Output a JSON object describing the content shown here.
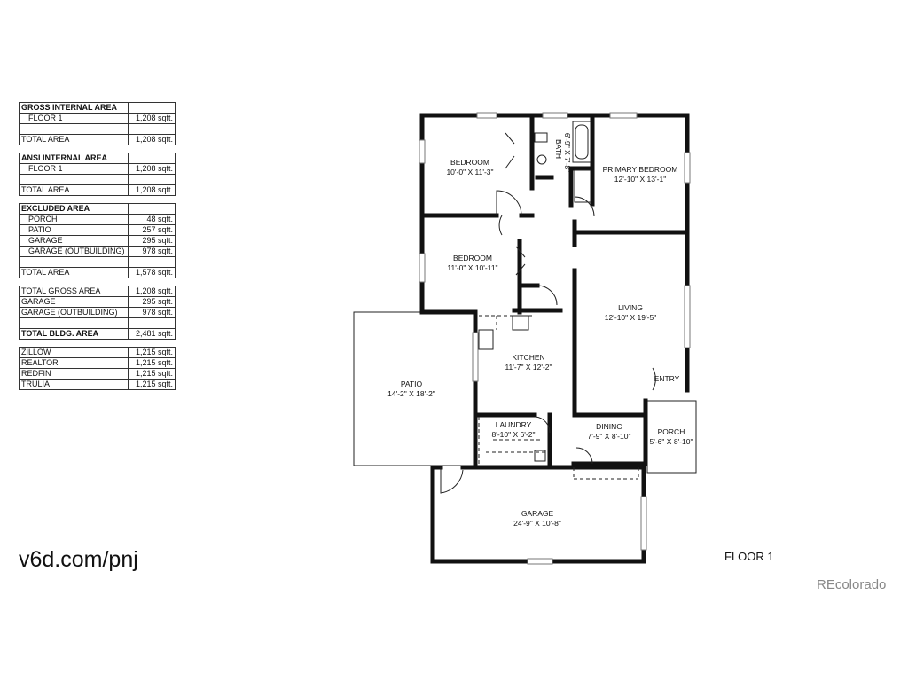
{
  "tables": [
    {
      "title": "GROSS INTERNAL AREA",
      "rows": [
        {
          "label": "FLOOR 1",
          "value": "1,208 sqft."
        },
        {
          "label": "",
          "value": ""
        },
        {
          "label": "TOTAL AREA",
          "value": "1,208 sqft."
        }
      ]
    },
    {
      "title": "ANSI INTERNAL AREA",
      "rows": [
        {
          "label": "FLOOR 1",
          "value": "1,208 sqft."
        },
        {
          "label": "",
          "value": ""
        },
        {
          "label": "TOTAL AREA",
          "value": "1,208 sqft."
        }
      ]
    },
    {
      "title": "EXCLUDED AREA",
      "rows": [
        {
          "label": "PORCH",
          "value": "48 sqft."
        },
        {
          "label": "PATIO",
          "value": "257 sqft."
        },
        {
          "label": "GARAGE",
          "value": "295 sqft."
        },
        {
          "label": "GARAGE (OUTBUILDING)",
          "value": "978 sqft."
        },
        {
          "label": "",
          "value": ""
        },
        {
          "label": "TOTAL AREA",
          "value": "1,578 sqft."
        }
      ]
    },
    {
      "title": "",
      "rows": [
        {
          "label": "TOTAL GROSS AREA",
          "value": "1,208 sqft."
        },
        {
          "label": "GARAGE",
          "value": "295 sqft."
        },
        {
          "label": "GARAGE (OUTBUILDING)",
          "value": "978 sqft."
        },
        {
          "label": "",
          "value": ""
        },
        {
          "label": "TOTAL BLDG. AREA",
          "value": "2,481 sqft."
        }
      ]
    },
    {
      "title": "",
      "rows": [
        {
          "label": "ZILLOW",
          "value": "1,215 sqft."
        },
        {
          "label": "REALTOR",
          "value": "1,215 sqft."
        },
        {
          "label": "REDFIN",
          "value": "1,215 sqft."
        },
        {
          "label": "TRULIA",
          "value": "1,215 sqft."
        }
      ]
    }
  ],
  "site_url": "v6d.com/pnj",
  "floor_label": "FLOOR 1",
  "watermark": "REcolorado",
  "rooms": {
    "bedroom_1": {
      "name": "BEDROOM",
      "dims": "10'-0\" X 11'-3\""
    },
    "bath": {
      "name": "BATH",
      "dims": "6'-9\" X 7'-8\""
    },
    "primary_bedroom": {
      "name": "PRIMARY BEDROOM",
      "dims": "12'-10\" X 13'-1\""
    },
    "bedroom_2": {
      "name": "BEDROOM",
      "dims": "11'-0\" X 10'-11\""
    },
    "living": {
      "name": "LIVING",
      "dims": "12'-10\" X 19'-5\""
    },
    "kitchen": {
      "name": "KITCHEN",
      "dims": "11'-7\" X 12'-2\""
    },
    "patio": {
      "name": "PATIO",
      "dims": "14'-2\" X 18'-2\""
    },
    "entry": {
      "name": "ENTRY"
    },
    "laundry": {
      "name": "LAUNDRY",
      "dims": "8'-10\" X 6'-2\""
    },
    "dining": {
      "name": "DINING",
      "dims": "7'-9\" X 8'-10\""
    },
    "porch": {
      "name": "PORCH",
      "dims": "5'-6\" X 8'-10\""
    },
    "garage": {
      "name": "GARAGE",
      "dims": "24'-9\" X 10'-8\""
    }
  }
}
